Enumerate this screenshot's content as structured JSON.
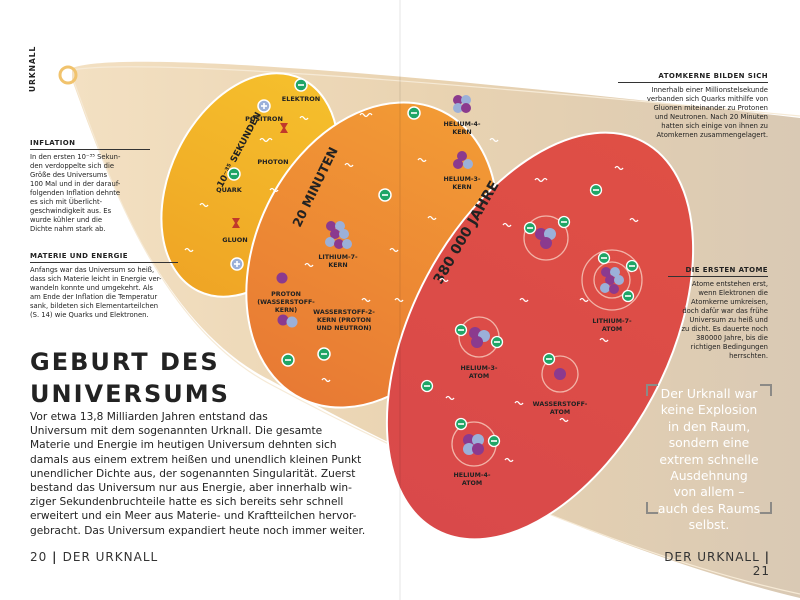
{
  "diagram": {
    "vertical_label": "URKNALL",
    "oval1": {
      "era": "10⁻³⁵ SEKUNDEN",
      "labels": {
        "electron": "ELEKTRON",
        "positron": "POSITRON",
        "photon": "PHOTON",
        "quark": "QUARK",
        "gluon": "GLUON"
      }
    },
    "oval2": {
      "era": "20 MINUTEN",
      "labels": {
        "helium4": [
          "HELIUM-4-",
          "KERN"
        ],
        "helium3": [
          "HELIUM-3-",
          "KERN"
        ],
        "lithium7": [
          "LITHIUM-7-",
          "KERN"
        ],
        "proton": [
          "PROTON",
          "(WASSERSTOFF-",
          "KERN)"
        ],
        "hydrogen2": [
          "WASSERSTOFF-2-",
          "KERN (PROTON",
          "UND NEUTRON)"
        ]
      }
    },
    "oval3": {
      "era": "380 000 JAHRE",
      "labels": {
        "lithium7": [
          "LITHIUM-7-",
          "ATOM"
        ],
        "helium3": [
          "HELIUM-3-",
          "ATOM"
        ],
        "hydrogen": [
          "WASSERSTOFF-",
          "ATOM"
        ],
        "helium4": [
          "HELIUM-4-",
          "ATOM"
        ]
      }
    },
    "colors": {
      "oval1": "#f4b326",
      "oval2": "#ef8f35",
      "oval3": "#df5447",
      "electron": "#1fa566",
      "proton": "#8b3a8e",
      "neutron": "#9bb0d9",
      "quark": "#c0382b",
      "cone": "#e8cfa8"
    }
  },
  "sidebars": {
    "inflation": {
      "heading": "INFLATION",
      "lines": [
        "In den ersten 10⁻³⁵ Sekun-",
        "den verdoppelte sich die",
        "Größe des Universums",
        "100 Mal und in der darauf-",
        "folgenden Inflation dehnte",
        "es sich mit Überlicht-",
        "geschwindigkeit aus. Es",
        "wurde kühler und die",
        "Dichte nahm stark ab."
      ]
    },
    "matter": {
      "heading": "MATERIE UND ENERGIE",
      "lines": [
        "Anfangs war das Universum so heiß,",
        "dass sich Materie leicht in Energie ver-",
        "wandeln konnte und umgekehrt. Als",
        "am Ende der Inflation die Temperatur",
        "sank, bildeten sich Elementarteilchen",
        "(S. 14) wie Quarks und Elektronen."
      ]
    },
    "nuclei": {
      "heading": "ATOMKERNE BILDEN SICH",
      "lines": [
        "Innerhalb einer Millionstelsekunde",
        "verbanden sich Quarks mithilfe von",
        "Gluonen miteinander zu Protonen",
        "und Neutronen. Nach 20 Minuten",
        "hatten sich einige von ihnen zu",
        "Atomkernen zusammengelagert."
      ]
    },
    "atoms": {
      "heading": "DIE ERSTEN ATOME",
      "lines": [
        "Atome entstehen erst,",
        "wenn Elektronen die",
        "Atomkerne umkreisen,",
        "doch dafür war das frühe",
        "Universum zu heiß und",
        "zu dicht. Es dauerte noch",
        "380000 Jahre, bis die",
        "richtigen Bedingungen",
        "herrschten."
      ]
    }
  },
  "article": {
    "title_lines": [
      "GEBURT DES",
      "UNIVERSUMS"
    ],
    "body_lines": [
      "Vor etwa 13,8 Milliarden Jahren entstand das",
      "Universum mit dem sogenannten Urknall. Die gesamte",
      "Materie und Energie im heutigen Universum dehnten sich",
      "damals aus einem extrem heißen und unendlich kleinen Punkt",
      "unendlicher Dichte aus, der sogenannten Singularität. Zuerst",
      "bestand das Universum nur aus Energie, aber innerhalb win-",
      "ziger Sekundenbruchteile hatte es sich bereits sehr schnell",
      "erweitert und ein Meer aus Materie- und Kraftteilchen hervor-",
      "gebracht. Das Universum expandiert heute noch immer weiter."
    ]
  },
  "quote_lines": [
    "Der Urknall war",
    "keine Explosion",
    "in den Raum,",
    "sondern eine",
    "extrem schnelle",
    "Ausdehnung",
    "von allem –",
    "auch des Raums",
    "selbst."
  ],
  "footer": {
    "left_page": "20",
    "left_section": "DER URKNALL",
    "right_section": "DER URKNALL",
    "right_page": "21"
  }
}
